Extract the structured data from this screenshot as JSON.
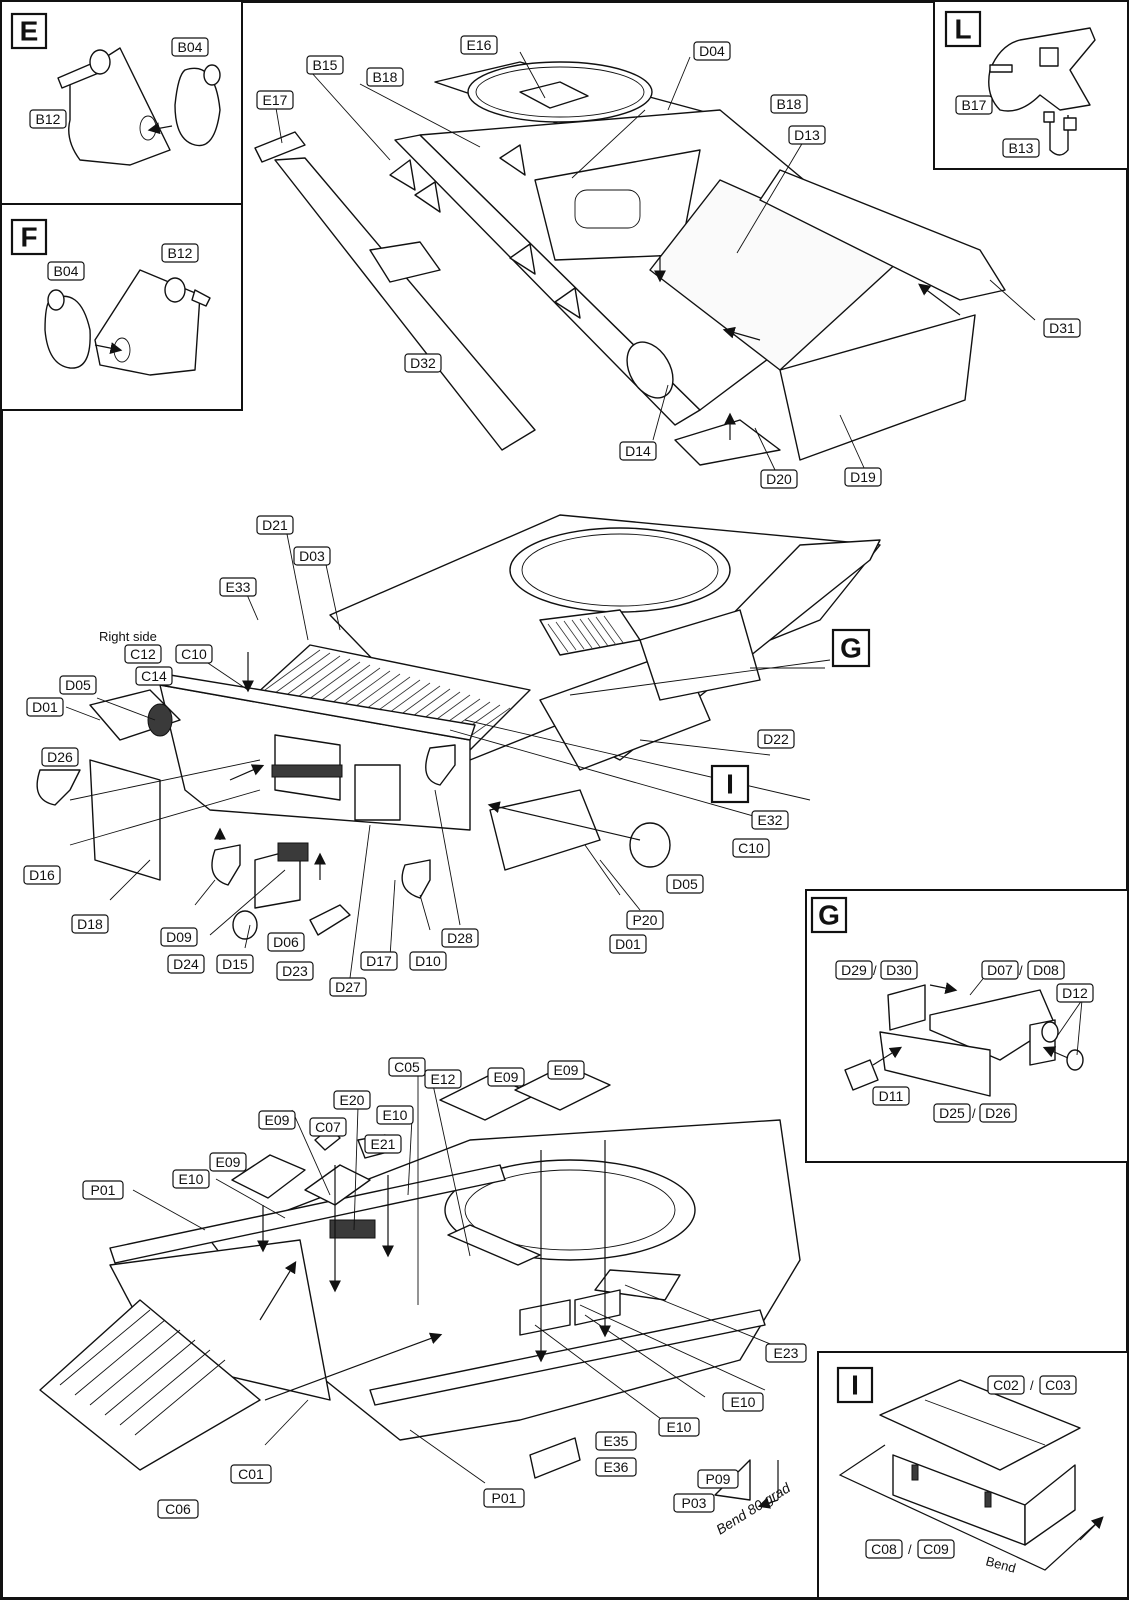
{
  "sheet": {
    "type": "model-kit assembly instructions",
    "panels": {
      "E": {
        "letter": "E",
        "labels": [
          "B04",
          "B12"
        ]
      },
      "F": {
        "letter": "F",
        "labels": [
          "B04",
          "B12"
        ]
      },
      "L": {
        "letter": "L",
        "labels": [
          "B17",
          "B13"
        ]
      },
      "G": {
        "letter": "G",
        "labels": [
          "D29",
          "D30",
          "D07",
          "D08",
          "D12",
          "D11",
          "D25",
          "D26"
        ]
      },
      "I": {
        "letter": "I",
        "labels": [
          "C02",
          "C03",
          "C08",
          "C09"
        ],
        "note": "Bend"
      }
    },
    "step1": {
      "labels": [
        "E16",
        "D04",
        "B15",
        "B18",
        "B18",
        "E17",
        "D13",
        "D31",
        "D32",
        "D14",
        "D20",
        "D19"
      ]
    },
    "step2": {
      "note": "Right side",
      "callout_G": "G",
      "callout_I": "I",
      "labels": [
        "D21",
        "D03",
        "E33",
        "C12",
        "C10",
        "C14",
        "D05",
        "D01",
        "D26",
        "D16",
        "D18",
        "D09",
        "D24",
        "D06",
        "D15",
        "D23",
        "D27",
        "D17",
        "D10",
        "D28",
        "D22",
        "E32",
        "C10",
        "D05",
        "P20",
        "D01"
      ]
    },
    "step3": {
      "note": "Bend 80 grad",
      "labels": [
        "C05",
        "E12",
        "E09",
        "E09",
        "E20",
        "E10",
        "E09",
        "C07",
        "E21",
        "E09",
        "E10",
        "P01",
        "E23",
        "E10",
        "E10",
        "E35",
        "E36",
        "P09",
        "P03",
        "C01",
        "P01",
        "C06"
      ]
    }
  }
}
